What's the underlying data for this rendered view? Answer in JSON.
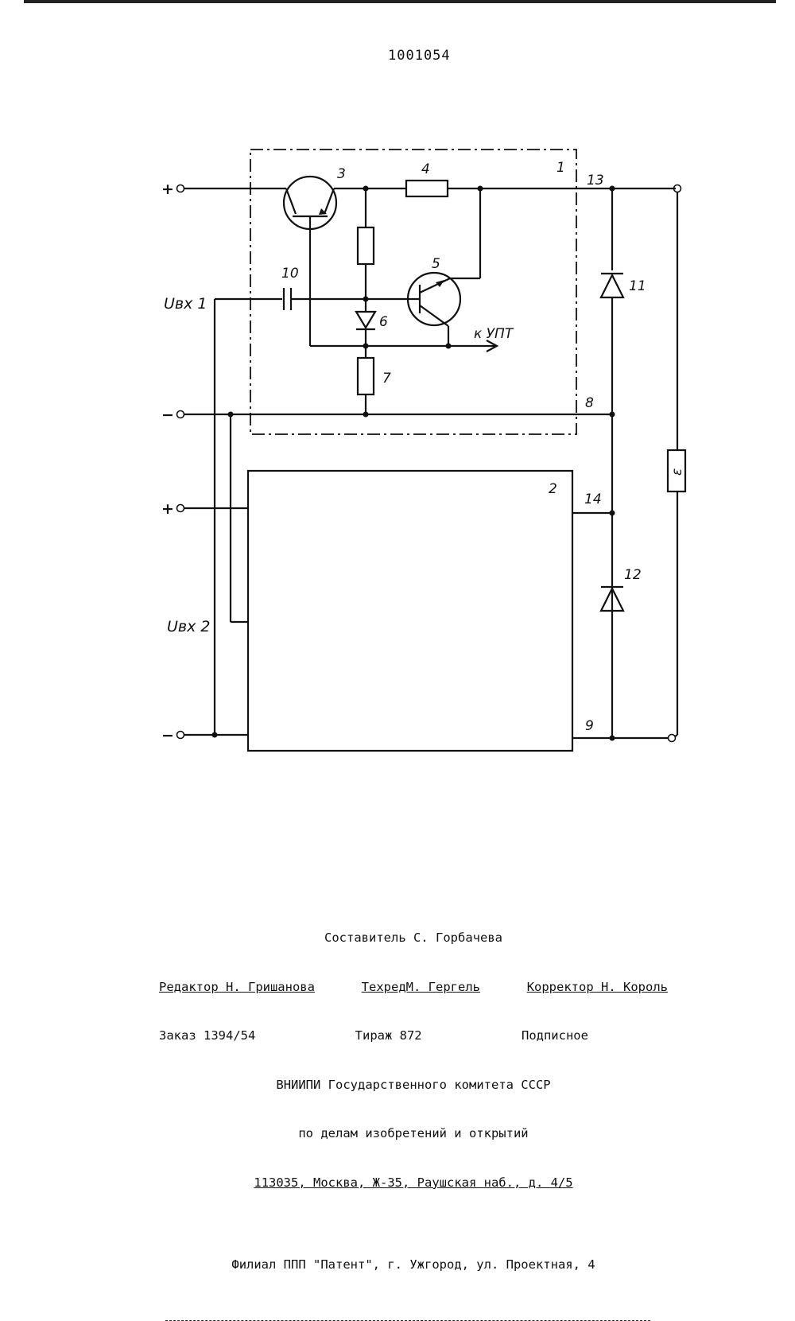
{
  "document": {
    "patent_number": "1001054"
  },
  "diagram": {
    "labels": {
      "block1": "1",
      "block2": "2",
      "transistor3": "3",
      "resistor4": "4",
      "transistor5": "5",
      "diode6": "6",
      "resistor7": "7",
      "terminal8": "8",
      "terminal9": "9",
      "capacitor10": "10",
      "diode11": "11",
      "diode12": "12",
      "terminal13": "13",
      "terminal14": "14",
      "load": "ε",
      "input1": "Uвх 1",
      "input2": "Uвх 2",
      "output": "к УПТ",
      "plus1": "+",
      "minus1": "−",
      "plus2": "+",
      "minus2": "−"
    }
  },
  "footer": {
    "compiler": "Составитель С. Горбачева",
    "editor": "Редактор Н. Гришанова",
    "techred": "ТехредМ. Гергель",
    "corrector": "Корректор Н. Король",
    "order": "Заказ 1394/54",
    "circulation": "Тираж 872",
    "subscription": "Подписное",
    "org1": "ВНИИПИ Государственного комитета СССР",
    "org2": "по делам изобретений и открытий",
    "address1": "113035, Москва, Ж-35, Раушская наб., д. 4/5",
    "address2": "Филиал ППП \"Патент\", г. Ужгород, ул. Проектная, 4"
  }
}
